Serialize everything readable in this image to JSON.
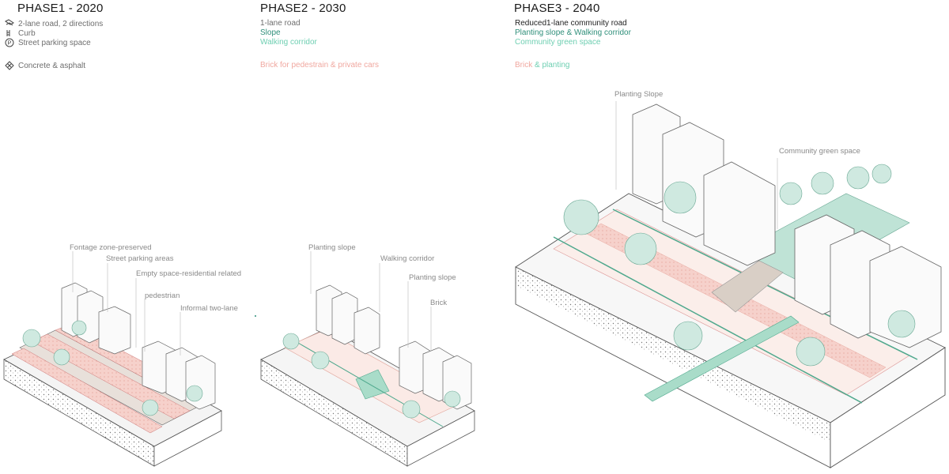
{
  "phase1": {
    "title": "PHASE1 - 2020",
    "legend": [
      {
        "icon": "road-icon",
        "text": "2-lane road, 2 directions"
      },
      {
        "icon": "curb-icon",
        "text": "Curb"
      },
      {
        "icon": "parking-icon",
        "text": "Street parking space"
      },
      {
        "icon": "hatch-icon",
        "text": "Concrete & asphalt"
      }
    ],
    "annotations": [
      "Fontage zone-preserved",
      "Street parking areas",
      "Empty space-residential related",
      "pedestrian",
      "Informal two-lane"
    ]
  },
  "phase2": {
    "title": "PHASE2 - 2030",
    "legend": [
      "1-lane road",
      "Slope",
      "Walking corridor",
      "Brick for pedestrain & private cars"
    ],
    "annotations": [
      "Planting slope",
      "Walking corridor",
      "Planting slope",
      "Brick"
    ]
  },
  "phase3": {
    "title": "PHASE3 - 2040",
    "legend": [
      "Reduced1-lane community road",
      "Planting slope & Walking corridor",
      "Community green  space"
    ],
    "legend_brick": "Brick",
    "legend_amp": " & planting",
    "annotations": [
      "Planting Slope",
      "Community green space"
    ]
  },
  "colors": {
    "teal": "#2f8f7a",
    "mint": "#6fcfb2",
    "pink": "#f0a8a0",
    "line": "#555555"
  }
}
